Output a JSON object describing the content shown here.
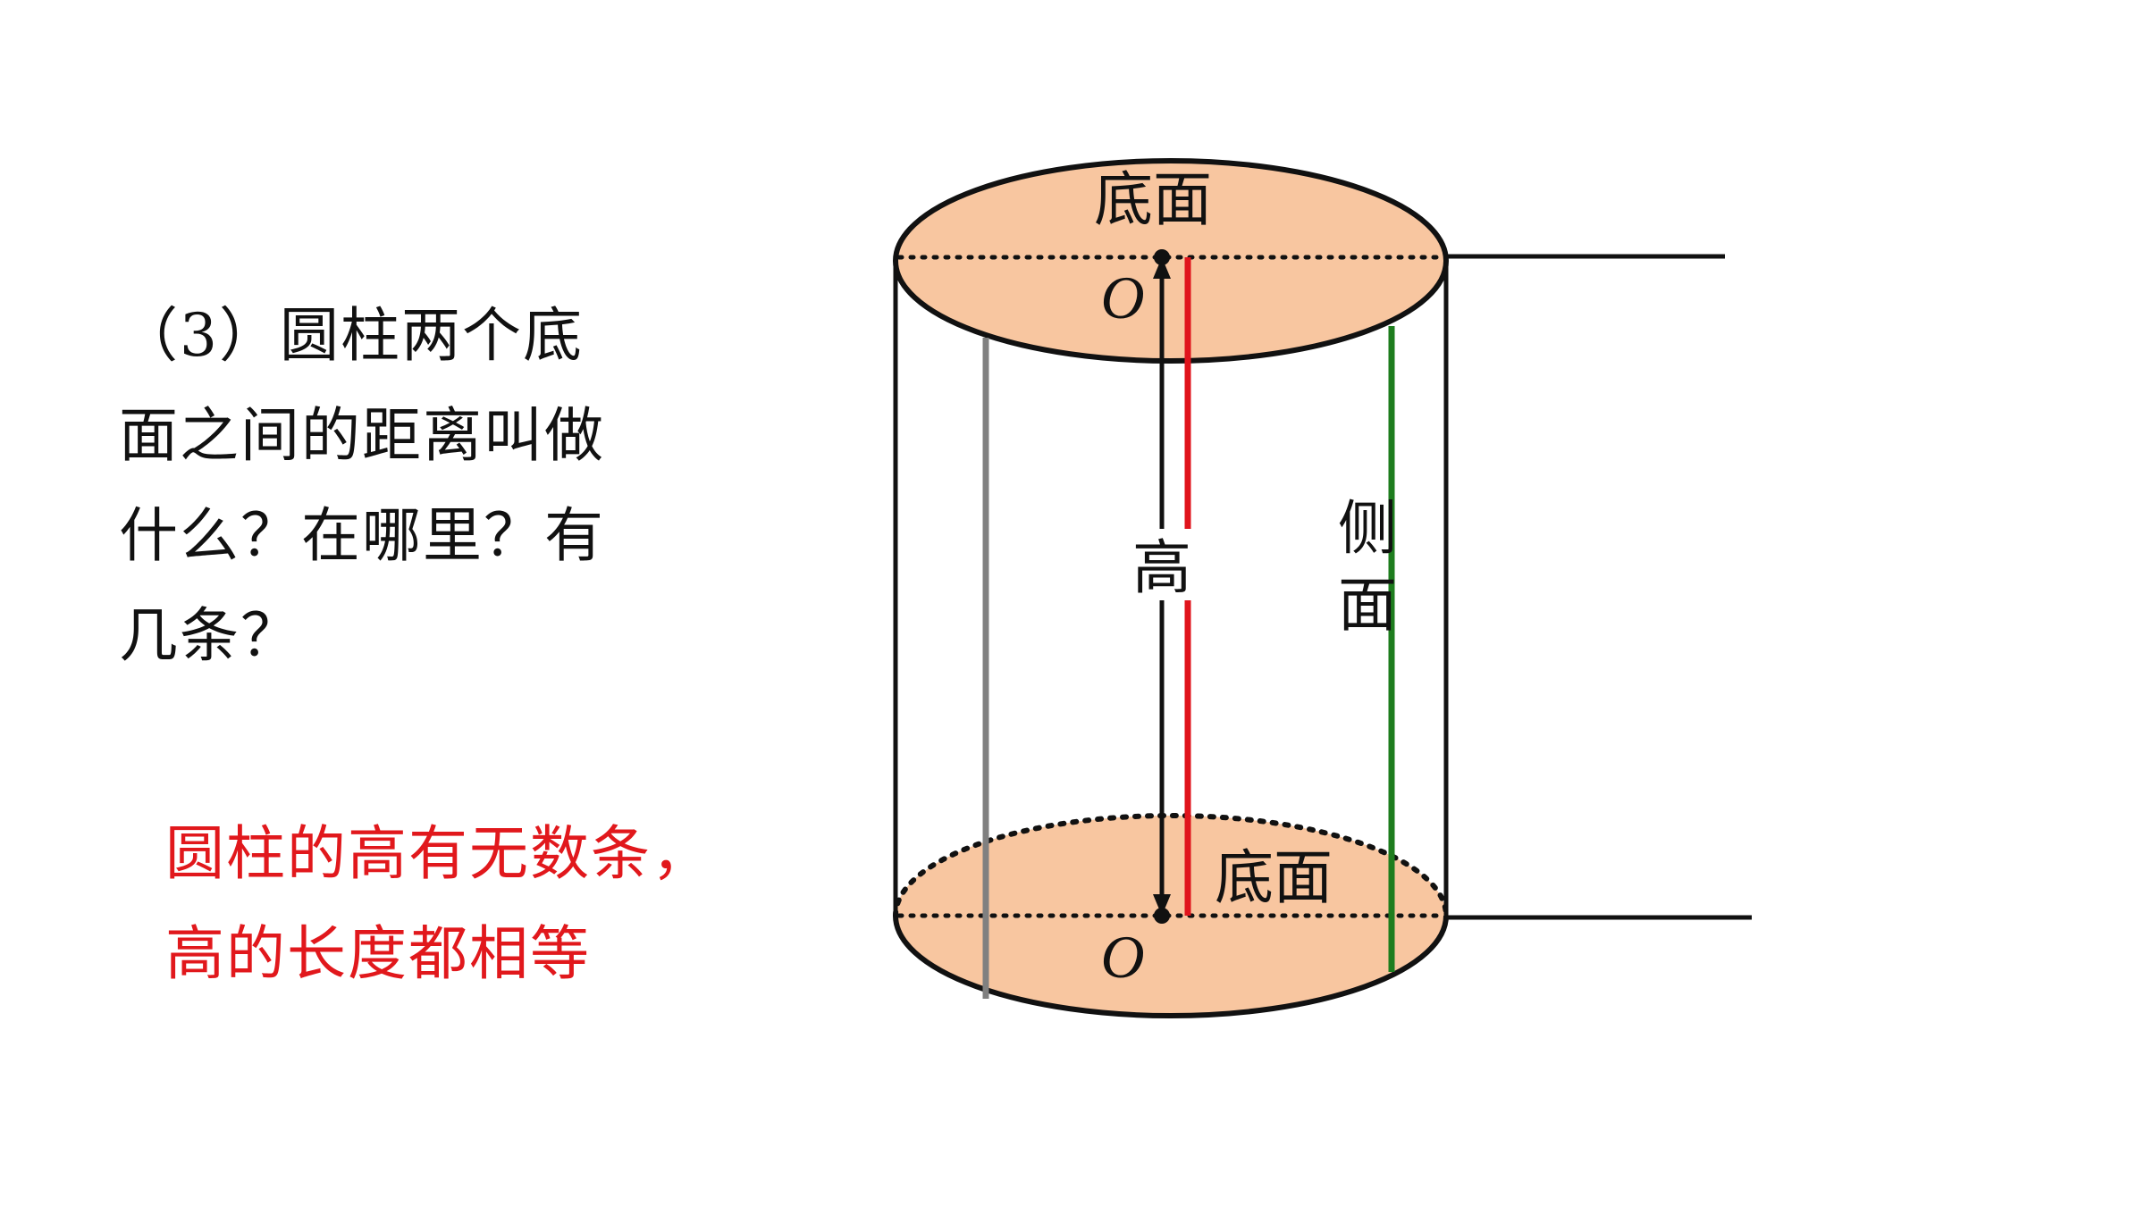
{
  "question": {
    "lines": [
      "（3）圆柱两个底",
      "面之间的距离叫做",
      "什么？在哪里？有",
      "几条？"
    ]
  },
  "answer": {
    "lines": [
      "圆柱的高有无数条，",
      "高的长度都相等"
    ],
    "color": "#e1181c"
  },
  "diagram": {
    "top_base_label": "底面",
    "bottom_base_label": "底面",
    "height_label": "高",
    "side_label_1": "侧",
    "side_label_2": "面",
    "top_center_label": "O",
    "bottom_center_label": "O",
    "base_fill": "#f8c6a0",
    "height_colors": [
      "#808080",
      "#e0141c",
      "#1e7d1e"
    ]
  }
}
